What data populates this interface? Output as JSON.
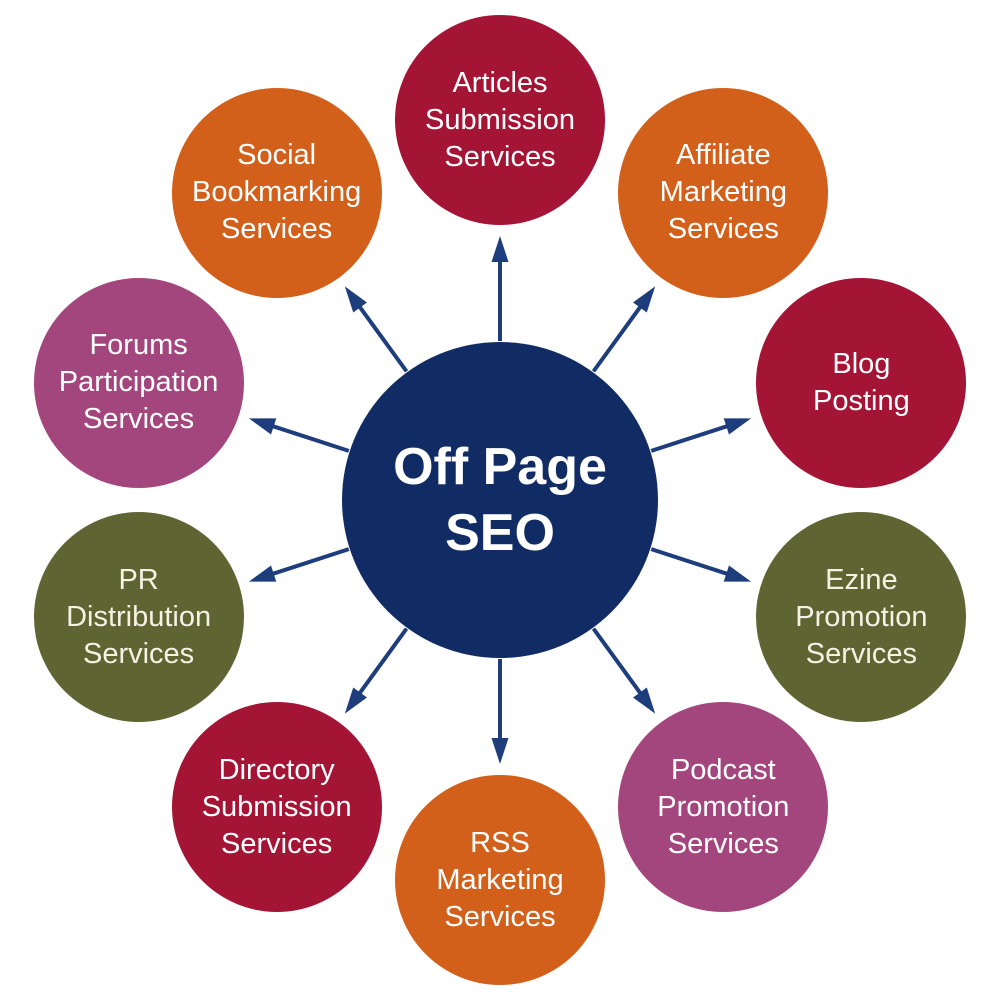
{
  "center": {
    "label": "Off Page SEO",
    "lines": [
      "Off Page",
      "SEO"
    ],
    "color": "#112c64",
    "text_color": "#ffffff"
  },
  "arrow_color": "#1d3d7c",
  "nodes": [
    {
      "label": "Articles Submission Services",
      "lines": [
        "Articles",
        "Submission",
        "Services"
      ],
      "color": "#a41435",
      "text_color": "#ffffff"
    },
    {
      "label": "Affiliate Marketing Services",
      "lines": [
        "Affiliate",
        "Marketing",
        "Services"
      ],
      "color": "#d2601b",
      "text_color": "#ffffff"
    },
    {
      "label": "Blog Posting",
      "lines": [
        "Blog",
        "Posting"
      ],
      "color": "#a41435",
      "text_color": "#ffffff"
    },
    {
      "label": "Ezine Promotion Services",
      "lines": [
        "Ezine",
        "Promotion",
        "Services"
      ],
      "color": "#5e6532",
      "text_color": "#f5f2e4"
    },
    {
      "label": "Podcast Promotion Services",
      "lines": [
        "Podcast",
        "Promotion",
        "Services"
      ],
      "color": "#a4467e",
      "text_color": "#ffffff"
    },
    {
      "label": "RSS Marketing Services",
      "lines": [
        "RSS",
        "Marketing",
        "Services"
      ],
      "color": "#d2601b",
      "text_color": "#ffffff"
    },
    {
      "label": "Directory Submission Services",
      "lines": [
        "Directory",
        "Submission",
        "Services"
      ],
      "color": "#a41435",
      "text_color": "#ffffff"
    },
    {
      "label": "PR Distribution Services",
      "lines": [
        "PR",
        "Distribution",
        "Services"
      ],
      "color": "#5e6532",
      "text_color": "#f5f2e4"
    },
    {
      "label": "Forums Participation Services",
      "lines": [
        "Forums",
        "Participation",
        "Services"
      ],
      "color": "#a4467e",
      "text_color": "#ffffff"
    },
    {
      "label": "Social Bookmarking Services",
      "lines": [
        "Social",
        "Bookmarking",
        "Services"
      ],
      "color": "#d2601b",
      "text_color": "#ffffff"
    }
  ]
}
